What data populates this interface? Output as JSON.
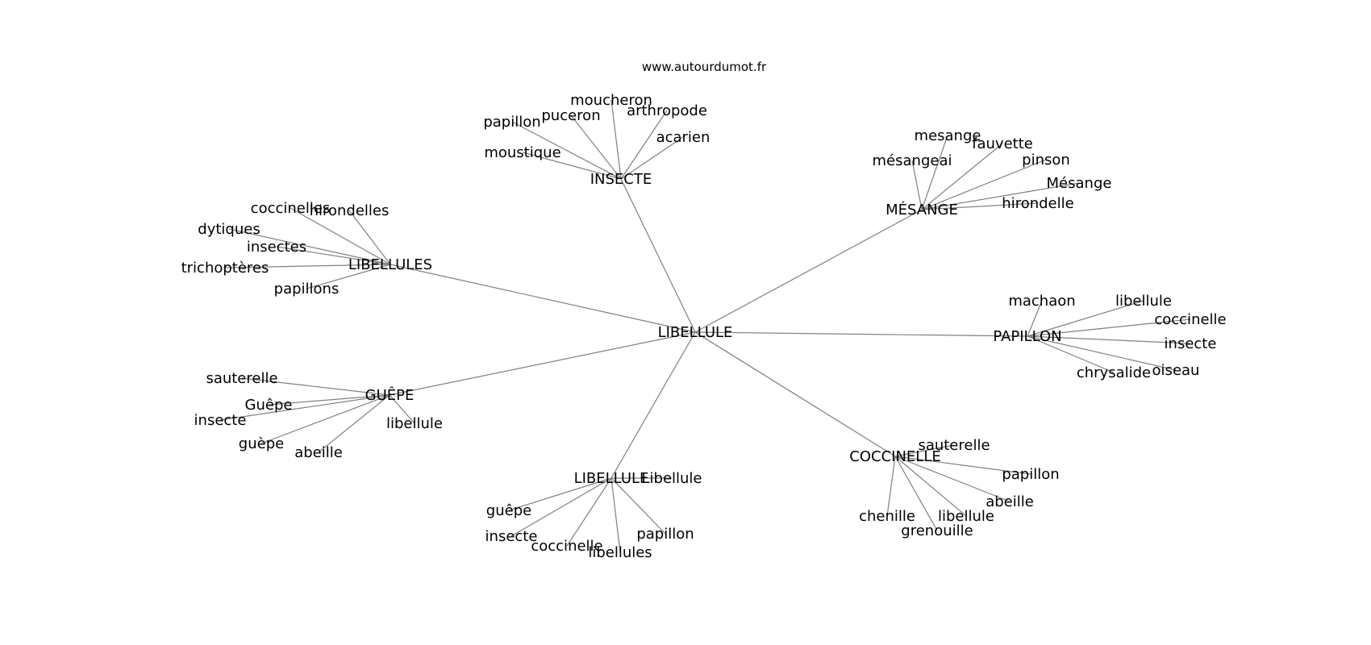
{
  "header": {
    "site": "www.autourdumot.fr"
  },
  "graph": {
    "center": "LIBELLULE",
    "clusters": [
      {
        "hub": "INSECTE",
        "leaves": [
          "moucheron",
          "papillon",
          "puceron",
          "arthropode",
          "acarien",
          "moustique"
        ]
      },
      {
        "hub": "MÉSANGE",
        "leaves": [
          "mesange",
          "fauvette",
          "mésangeai",
          "pinson",
          "Mésange",
          "hirondelle"
        ]
      },
      {
        "hub": "LIBELLULES",
        "leaves": [
          "coccinelles",
          "hirondelles",
          "dytiques",
          "insectes",
          "trichoptères",
          "papillons"
        ]
      },
      {
        "hub": "PAPILLON",
        "leaves": [
          "machaon",
          "libellule",
          "coccinelle",
          "insecte",
          "oiseau",
          "chrysalide"
        ]
      },
      {
        "hub": "GUÊPE",
        "leaves": [
          "sauterelle",
          "Guêpe",
          "insecte",
          "guèpe",
          "abeille",
          "libellule"
        ]
      },
      {
        "hub": "COCCINELLE",
        "leaves": [
          "sauterelle",
          "papillon",
          "abeille",
          "libellule",
          "chenille",
          "grenouille"
        ]
      },
      {
        "hub": "LIBELLULE",
        "leaves": [
          "Libellule",
          "guêpe",
          "insecte",
          "coccinelle",
          "libellules",
          "papillon"
        ]
      }
    ]
  },
  "colors": {
    "edge": "#808080",
    "text": "#000000",
    "background": "#ffffff"
  }
}
